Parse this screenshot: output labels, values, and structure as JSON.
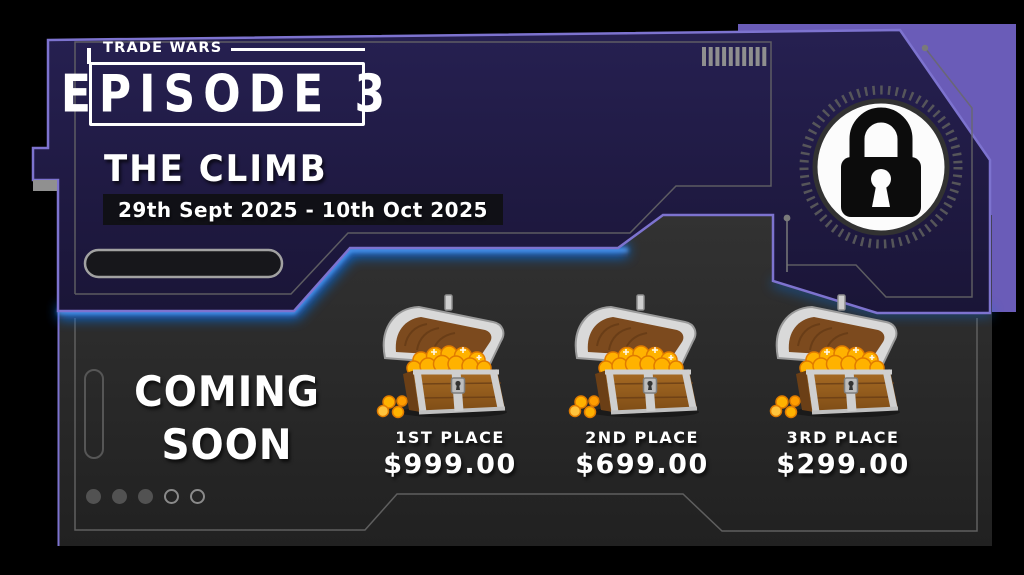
{
  "banner": {
    "series_label": "TRADE WARS",
    "episode_label": "EPISODE 3",
    "event_title": "THE CLIMB",
    "date_range": "29th Sept 2025 - 10th Oct 2025",
    "status_text": "COMING SOON"
  },
  "prizes": [
    {
      "place": "1ST PLACE",
      "amount": "$999.00"
    },
    {
      "place": "2ND PLACE",
      "amount": "$699.00"
    },
    {
      "place": "3RD PLACE",
      "amount": "$299.00"
    }
  ],
  "carousel": {
    "dots": [
      "filled",
      "filled",
      "filled",
      "empty",
      "empty"
    ]
  },
  "icons": {
    "lock": "lock-icon",
    "treasure_chest": "treasure-chest-icon",
    "barcode": "barcode-decoration"
  },
  "colors": {
    "panel_navy": "#201b42",
    "accent_purple": "#6a5cb8",
    "edge_purple": "#7d73cf",
    "glow_blue": "#0f6fe9",
    "bottom_panel_gray": "#2b2b2b",
    "coin_gold": "#ffb200",
    "metal_gray": "#cfcfcf"
  }
}
